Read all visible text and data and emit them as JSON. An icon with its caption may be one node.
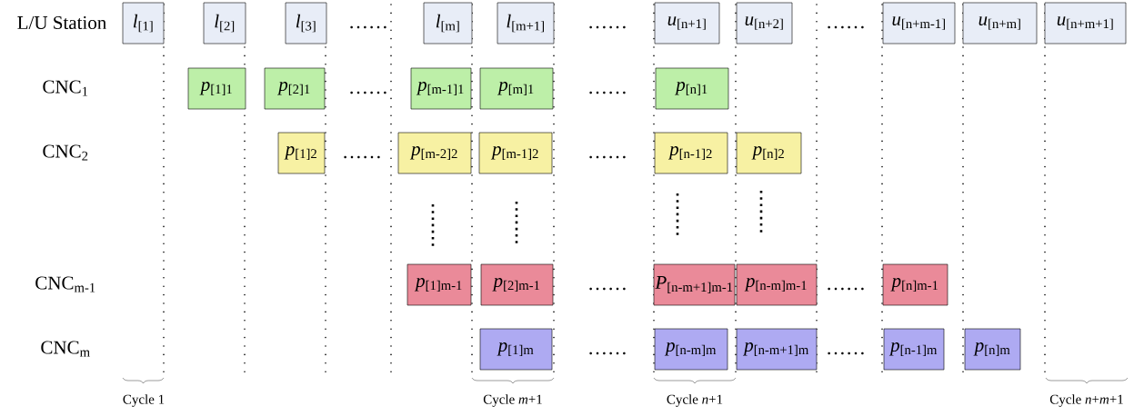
{
  "diagram": {
    "nodes": [
      {
        "text": [
          "*l*$_{[1]}$"
        ]
      },
      {
        "text": [
          "*l*$_{[2]}$"
        ]
      },
      {
        "text": [
          "*l*$_{[3]}$"
        ]
      },
      {
        "text": [
          "*l*$_{[m]}$"
        ]
      },
      {
        "text": [
          "*l*$_{[m+1]}$"
        ]
      },
      {
        "text": [
          "*u*$_{[n+1]}$"
        ]
      },
      {
        "text": [
          "*u*$_{[n+2]}$"
        ]
      },
      {
        "text": [
          "*u*$_{[n+m-1]}$"
        ]
      },
      {
        "text": [
          "*u*$_{[n+m]}$"
        ]
      },
      {
        "text": [
          "*u*$_{[n+m+1]}$"
        ]
      },
      {
        "text": [
          "*p*$_{[1]1}$"
        ]
      },
      {
        "text": [
          "*p*$_{[2]1}$"
        ]
      },
      {
        "text": [
          "*p*$_{[m-1]1}$"
        ]
      },
      {
        "text": [
          "*p*$_{[m]1}$"
        ]
      },
      {
        "text": [
          "*p*$_{[n]1}$"
        ]
      },
      {
        "text": [
          "*p*$_{[1]2}$"
        ]
      },
      {
        "text": [
          "*p*$_{[m-2]2}$"
        ]
      },
      {
        "text": [
          "*p*$_{[m-1]2}$"
        ]
      },
      {
        "text": [
          "*p*$_{[n-1]2}$"
        ]
      },
      {
        "text": [
          "*p*$_{[n]2}$"
        ]
      },
      {
        "text": [
          "*p*$_{[1]m-1}$"
        ]
      },
      {
        "text": [
          "*p*$_{[2]m-1}$"
        ]
      },
      {
        "text": [
          "*P*$_{[n-m+1]m-1}$"
        ]
      },
      {
        "text": [
          "*p*$_{[n-m]m-1}$"
        ]
      },
      {
        "text": [
          "*p*$_{[n]m-1}$"
        ]
      },
      {
        "text": [
          "*p*$_{[1]m}$"
        ]
      },
      {
        "text": [
          "*p*$_{[n-m]m}$"
        ]
      },
      {
        "text": [
          "*p*$_{[n-m+1]m}$"
        ]
      },
      {
        "text": [
          "*p*$_{[n-1]m}$"
        ]
      },
      {
        "text": [
          "*p*$_{[n]m}$"
        ]
      }
    ],
    "labels": [
      "L/U Station",
      "……",
      "……",
      "……",
      "CNC$_{1}$",
      "……",
      "……",
      "CNC$_{2}$",
      "……",
      "……",
      "CNC$_{m-1}$",
      "……",
      "……",
      "CNC$_{m}$",
      "……",
      "……",
      "Cycle 1",
      "Cycle *m*+1",
      "Cycle *n*+1",
      "Cycle *n*+*m*+1"
    ]
  }
}
